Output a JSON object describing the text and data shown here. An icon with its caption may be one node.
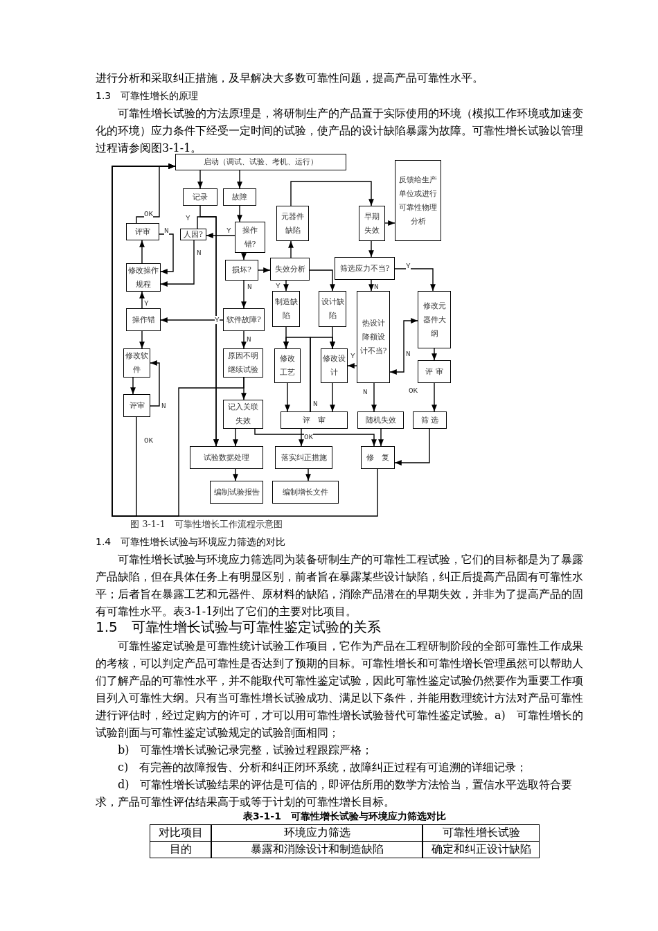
{
  "diagram": {
    "caption": "图 3-1-1　可靠性增长工作流程示意图",
    "nodes": [
      {
        "text": [
          "启动（调试、试验、考机、运行）"
        ]
      },
      {
        "text": [
          "记录"
        ]
      },
      {
        "text": [
          "故障"
        ]
      },
      {
        "text": [
          "元器件缺陷"
        ]
      },
      {
        "text": [
          "早期失效"
        ]
      },
      {
        "text": [
          "反馈给生产单位或进行可靠性物理分析"
        ]
      },
      {
        "text": [
          "评审"
        ]
      },
      {
        "text": [
          "人因?"
        ]
      },
      {
        "text": [
          "操作错?"
        ]
      },
      {
        "text": [
          "修改操作规程"
        ]
      },
      {
        "text": [
          "损坏?"
        ]
      },
      {
        "text": [
          "失效分析"
        ]
      },
      {
        "text": [
          "筛选应力不当?"
        ]
      },
      {
        "text": [
          "制造缺陷"
        ]
      },
      {
        "text": [
          "设计缺陷"
        ]
      },
      {
        "text": [
          "热设计降额设计不当?"
        ]
      },
      {
        "text": [
          "修改元器件大纲"
        ]
      },
      {
        "text": [
          "操作错"
        ]
      },
      {
        "text": [
          "软件故障?"
        ]
      },
      {
        "text": [
          "修改软件"
        ]
      },
      {
        "text": [
          "原因不明继续试验"
        ]
      },
      {
        "text": [
          "修改工艺"
        ]
      },
      {
        "text": [
          "修改设计"
        ]
      },
      {
        "text": [
          "评审"
        ]
      },
      {
        "text": [
          "评　审"
        ]
      },
      {
        "text": [
          "记入关联失效"
        ]
      },
      {
        "text": [
          "随机失效"
        ]
      },
      {
        "text": [
          "评 审"
        ]
      },
      {
        "text": [
          "筛 选"
        ]
      },
      {
        "text": [
          "试验数据处理"
        ]
      },
      {
        "text": [
          "落实纠正措施"
        ]
      },
      {
        "text": [
          "修　复"
        ]
      },
      {
        "text": [
          "编制试验报告"
        ]
      },
      {
        "text": [
          "编制增长文件"
        ]
      }
    ],
    "edges": [
      {
        "from": 0,
        "to": 1,
        "arrow": "to"
      },
      {
        "from": 0,
        "to": 2,
        "arrow": "to"
      },
      {
        "from": 1,
        "to": 29,
        "arrow": "to"
      },
      {
        "from": 2,
        "to": 8,
        "arrow": "to"
      },
      {
        "from": 8,
        "to": 7,
        "arrow": "to",
        "label": "Y"
      },
      {
        "from": 7,
        "to": 29,
        "arrow": "to",
        "label": "Y"
      },
      {
        "from": 7,
        "to": 9,
        "arrow": "to",
        "label": "N"
      },
      {
        "from": 6,
        "to": 9,
        "arrow": "to",
        "label": "N"
      },
      {
        "from": 9,
        "to": 6,
        "arrow": "to"
      },
      {
        "from": 6,
        "to": 0,
        "arrow": "to",
        "label": "OK"
      },
      {
        "from": 8,
        "to": 10,
        "arrow": "to"
      },
      {
        "from": 10,
        "to": 11,
        "arrow": "to"
      },
      {
        "from": 10,
        "to": 18,
        "arrow": "to",
        "label": "N"
      },
      {
        "from": 11,
        "to": 3,
        "arrow": "to"
      },
      {
        "from": 3,
        "to": 4,
        "arrow": "to"
      },
      {
        "from": 11,
        "to": 13,
        "arrow": "to",
        "label": "Y"
      },
      {
        "from": 11,
        "to": 14,
        "arrow": "to"
      },
      {
        "from": 4,
        "to": 5,
        "arrow": "to"
      },
      {
        "from": 4,
        "to": 12,
        "arrow": "to"
      },
      {
        "from": 12,
        "to": 15,
        "arrow": "to",
        "label": "N"
      },
      {
        "from": 12,
        "to": 16,
        "arrow": "to",
        "label": "Y"
      },
      {
        "from": 13,
        "to": 21,
        "arrow": "to"
      },
      {
        "from": 14,
        "to": 22,
        "arrow": "to"
      },
      {
        "from": 24,
        "to": 21,
        "arrow": "to",
        "label": "N"
      },
      {
        "from": 24,
        "to": 22,
        "arrow": "to"
      },
      {
        "from": 15,
        "to": 22,
        "arrow": "to",
        "label": "Y"
      },
      {
        "from": 15,
        "to": 26,
        "arrow": "to",
        "label": "N"
      },
      {
        "from": 15,
        "to": 16,
        "arrow": "both",
        "label": "N"
      },
      {
        "from": 16,
        "to": 27,
        "arrow": "to"
      },
      {
        "from": 27,
        "to": 28,
        "arrow": "to",
        "label": "OK"
      },
      {
        "from": 28,
        "to": 31,
        "arrow": "to"
      },
      {
        "from": 19,
        "to": 23,
        "arrow": "to"
      },
      {
        "from": 23,
        "to": 19,
        "arrow": "to",
        "label": "N"
      },
      {
        "from": 23,
        "to": 0,
        "arrow": "to",
        "label": "OK"
      },
      {
        "from": 17,
        "to": 9,
        "arrow": "to",
        "label": "Y"
      },
      {
        "from": 17,
        "to": 19,
        "arrow": "to"
      },
      {
        "from": 18,
        "to": 17,
        "arrow": "to",
        "label": "Y"
      },
      {
        "from": 18,
        "to": 20,
        "arrow": "to",
        "label": "N"
      },
      {
        "from": 20,
        "to": 0,
        "arrow": "to"
      },
      {
        "from": 20,
        "to": 25,
        "arrow": "to"
      },
      {
        "from": 25,
        "to": 29,
        "arrow": "to"
      },
      {
        "from": 25,
        "to": 31,
        "arrow": "to"
      },
      {
        "from": 26,
        "to": 31,
        "arrow": "to"
      },
      {
        "from": 21,
        "to": 24,
        "arrow": "to"
      },
      {
        "from": 22,
        "to": 24,
        "arrow": "to"
      },
      {
        "from": 24,
        "to": 30,
        "arrow": "to",
        "label": "OK"
      },
      {
        "from": 29,
        "to": 32,
        "arrow": "to"
      },
      {
        "from": 30,
        "to": 33,
        "arrow": "to"
      },
      {
        "from": 31,
        "to": 0,
        "arrow": "to"
      }
    ],
    "labels": [
      "进行分析和采取纠正措施，及早解决大多数可靠性问题，提高产品可靠性水平。",
      "1.3　可靠性增长的原理",
      "可靠性增长试验的方法原理是，将研制生产的产品置于实际使用的环境（模拟工作环境或加速变化的环境）应力条件下经受一定时间的试验，使产品的设计缺陷暴露为故障。可靠性增长试验以管理过程请参阅图3-1-1。",
      "1.4　可靠性增长试验与环境应力筛选的对比",
      "可靠性增长试验与环境应力筛选同为装备研制生产的可靠性工程试验，它们的目标都是为了暴露产品缺陷，但在具体任务上有明显区别，前者旨在暴露某些设计缺陷，纠正后提高产品固有可靠性水平；后者旨在暴露工艺和元器件、原材料的缺陷，消除产品潜在的早期失效，并非为了提高产品的固有可靠性水平。表3-1-1列出了它们的主要对比项目。",
      "1.5　可靠性增长试验与可靠性鉴定试验的关系",
      "可靠性鉴定试验是可靠性统计试验工作项目，它作为产品在工程研制阶段的全部可靠性工作成果的考核，可以判定产品可靠性是否达到了预期的目标。可靠性增长和可靠性增长管理虽然可以帮助人们了解产品的可靠性水平，并不能取代可靠性鉴定试验，因此可靠性鉴定试验仍然要作为重要工作项目列入可靠性大纲。只有当可靠性增长试验成功、满足以下条件，并能用数理统计方法对产品可靠性进行评估时，经过定购方的许可，才可以用可靠性增长试验替代可靠性鉴定试验。a)　可靠性增长的试验剖面与可靠性鉴定试验规定的试验剖面相同；",
      "b)　可靠性增长试验记录完整，试验过程跟踪严格；",
      "c)　有完善的故障报告、分析和纠正闭环系统，故障纠正过程有可追溯的详细记录；",
      "d)　可靠性增长试验结果的评估是可信的，即评估所用的数学方法恰当，置信水平选取符合要求，产品可靠性评估结果高于或等于计划的可靠性增长目标。",
      "表3-1-1　可靠性增长试验与环境应力筛选对比",
      "对比项目",
      "环境应力筛选",
      "可靠性增长试验",
      "目的",
      "暴露和消除设计和制造缺陷",
      "确定和纠正设计缺陷"
    ]
  }
}
